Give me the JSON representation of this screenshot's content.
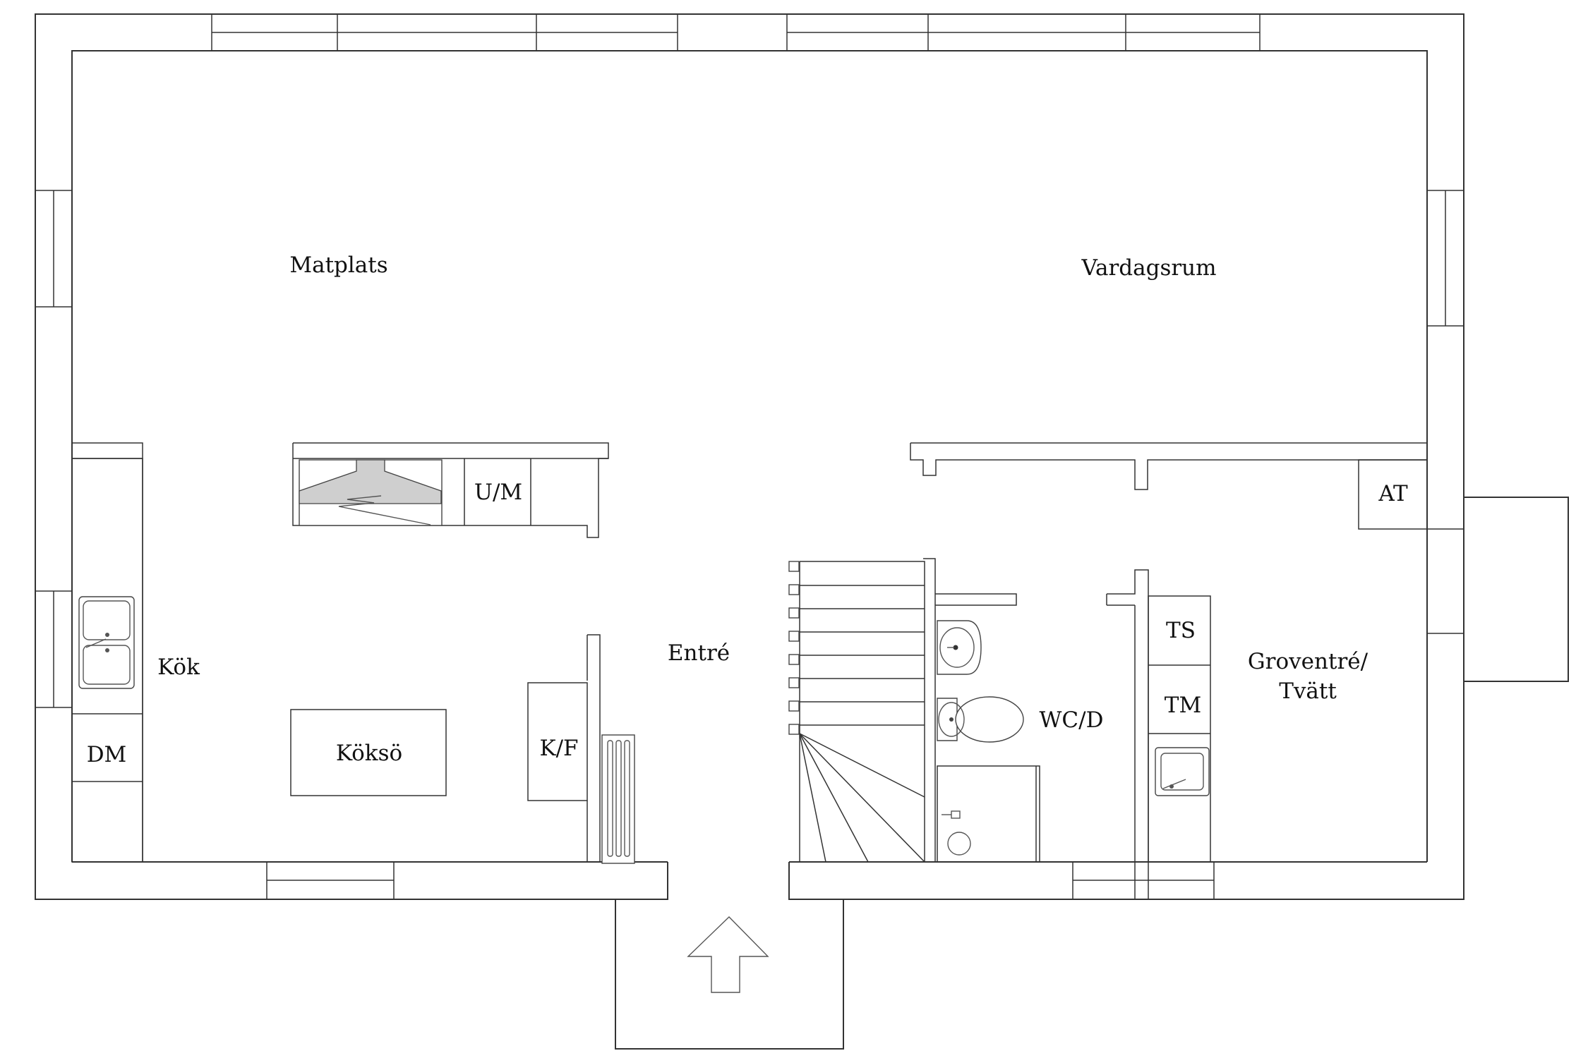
{
  "rooms": {
    "matplats": "Matplats",
    "vardagsrum": "Vardagsrum",
    "kok": "Kök",
    "dm": "DM",
    "koksö": "Köksö",
    "kf": "K/F",
    "um": "U/M",
    "entre": "Entré",
    "wcd": "WC/D",
    "at": "AT",
    "ts": "TS",
    "tm": "TM",
    "groventre_line1": "Groventré/",
    "groventre_line2": "Tvätt"
  },
  "colors": {
    "wall": "#333333",
    "hood_fill": "#cfcfcf",
    "background": "#ffffff"
  }
}
